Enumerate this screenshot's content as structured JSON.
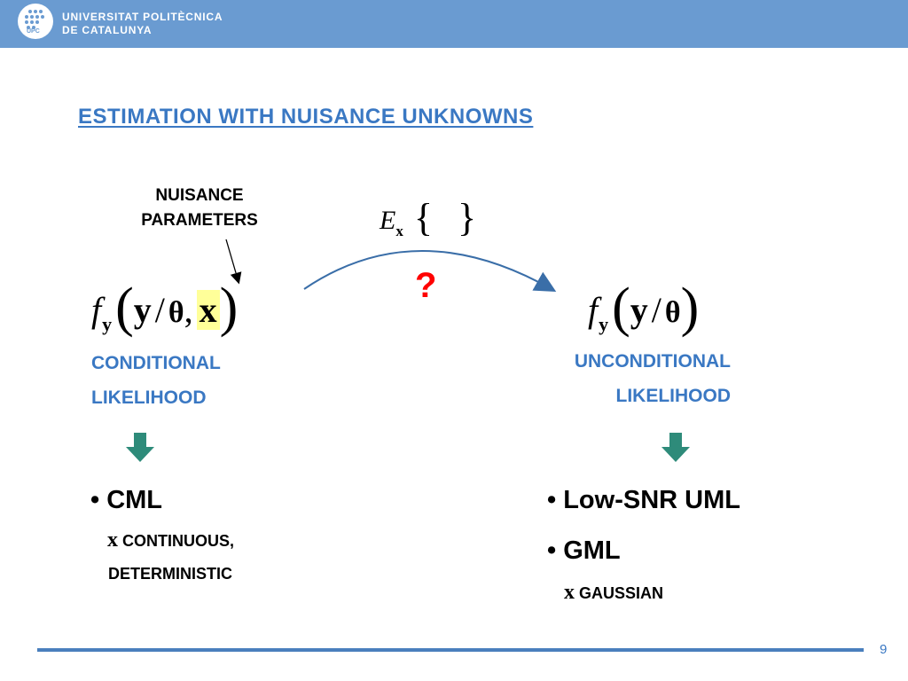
{
  "header": {
    "logo_text": "UPC",
    "university_line1": "UNIVERSITAT POLITÈCNICA",
    "university_line2": "DE CATALUNYA",
    "color": "#6a9bd1"
  },
  "slide": {
    "title": "ESTIMATION WITH NUISANCE UNKNOWNS",
    "nuisance_line1": "NUISANCE",
    "nuisance_line2": "PARAMETERS",
    "expectation": {
      "E": "E",
      "sub": "x",
      "open": "{",
      "close": "}"
    },
    "question_mark": "?",
    "left_formula": {
      "f": "f",
      "sub": "y",
      "y": "y",
      "slash": "/",
      "theta": "θ",
      "comma": ",",
      "x": "x"
    },
    "right_formula": {
      "f": "f",
      "sub": "y",
      "y": "y",
      "slash": "/",
      "theta": "θ"
    },
    "left_label_line1": "CONDITIONAL",
    "left_label_line2": "LIKELIHOOD",
    "right_label_line1": "UNCONDITIONAL",
    "right_label_line2": "LIKELIHOOD",
    "left_bullet": "• CML",
    "left_sub_x": "x",
    "left_sub_text": " CONTINUOUS,",
    "left_sub_text2": "DETERMINISTIC",
    "right_bullet1": "• Low-SNR UML",
    "right_bullet2": "• GML",
    "right_sub_x": "x",
    "right_sub_text": " GAUSSIAN",
    "page_number": "9"
  },
  "colors": {
    "title_blue": "#3a78c3",
    "highlight": "#ffff99",
    "question_red": "#ff0000",
    "arrow_green": "#2e8b7a"
  }
}
